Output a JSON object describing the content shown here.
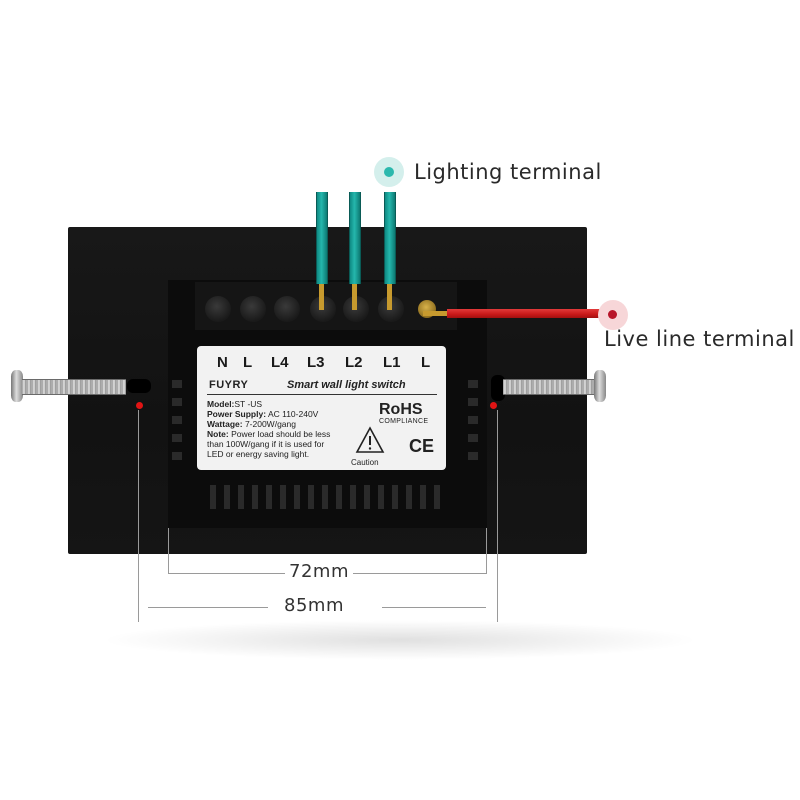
{
  "callouts": {
    "lighting_terminal": "Lighting terminal",
    "live_line_terminal": "Live line terminal"
  },
  "label": {
    "terminals": [
      "N",
      "L",
      "L4",
      "L3",
      "L2",
      "L1",
      "L"
    ],
    "brand": "FUYRY",
    "product": "Smart wall light switch",
    "model_key": "Model:",
    "model_value": "ST -US",
    "power_key": "Power Supply:",
    "power_value": " AC 110-240V",
    "wattage_key": "Wattage:",
    "wattage_value": " 7-200W/gang",
    "note_key": "Note:",
    "note_line1": " Power load should be less",
    "note_line2": "than 100W/gang if it is used for",
    "note_line3": "LED or energy saving light.",
    "rohs": "RoHS",
    "compliance": "COMPLIANCE",
    "ce": "CE",
    "caution": "Caution"
  },
  "dimensions": {
    "inner": "72mm",
    "outer": "85mm"
  },
  "colors": {
    "lighting_wire": "#25b7ad",
    "live_wire": "#d12020",
    "plate": "#151515"
  }
}
